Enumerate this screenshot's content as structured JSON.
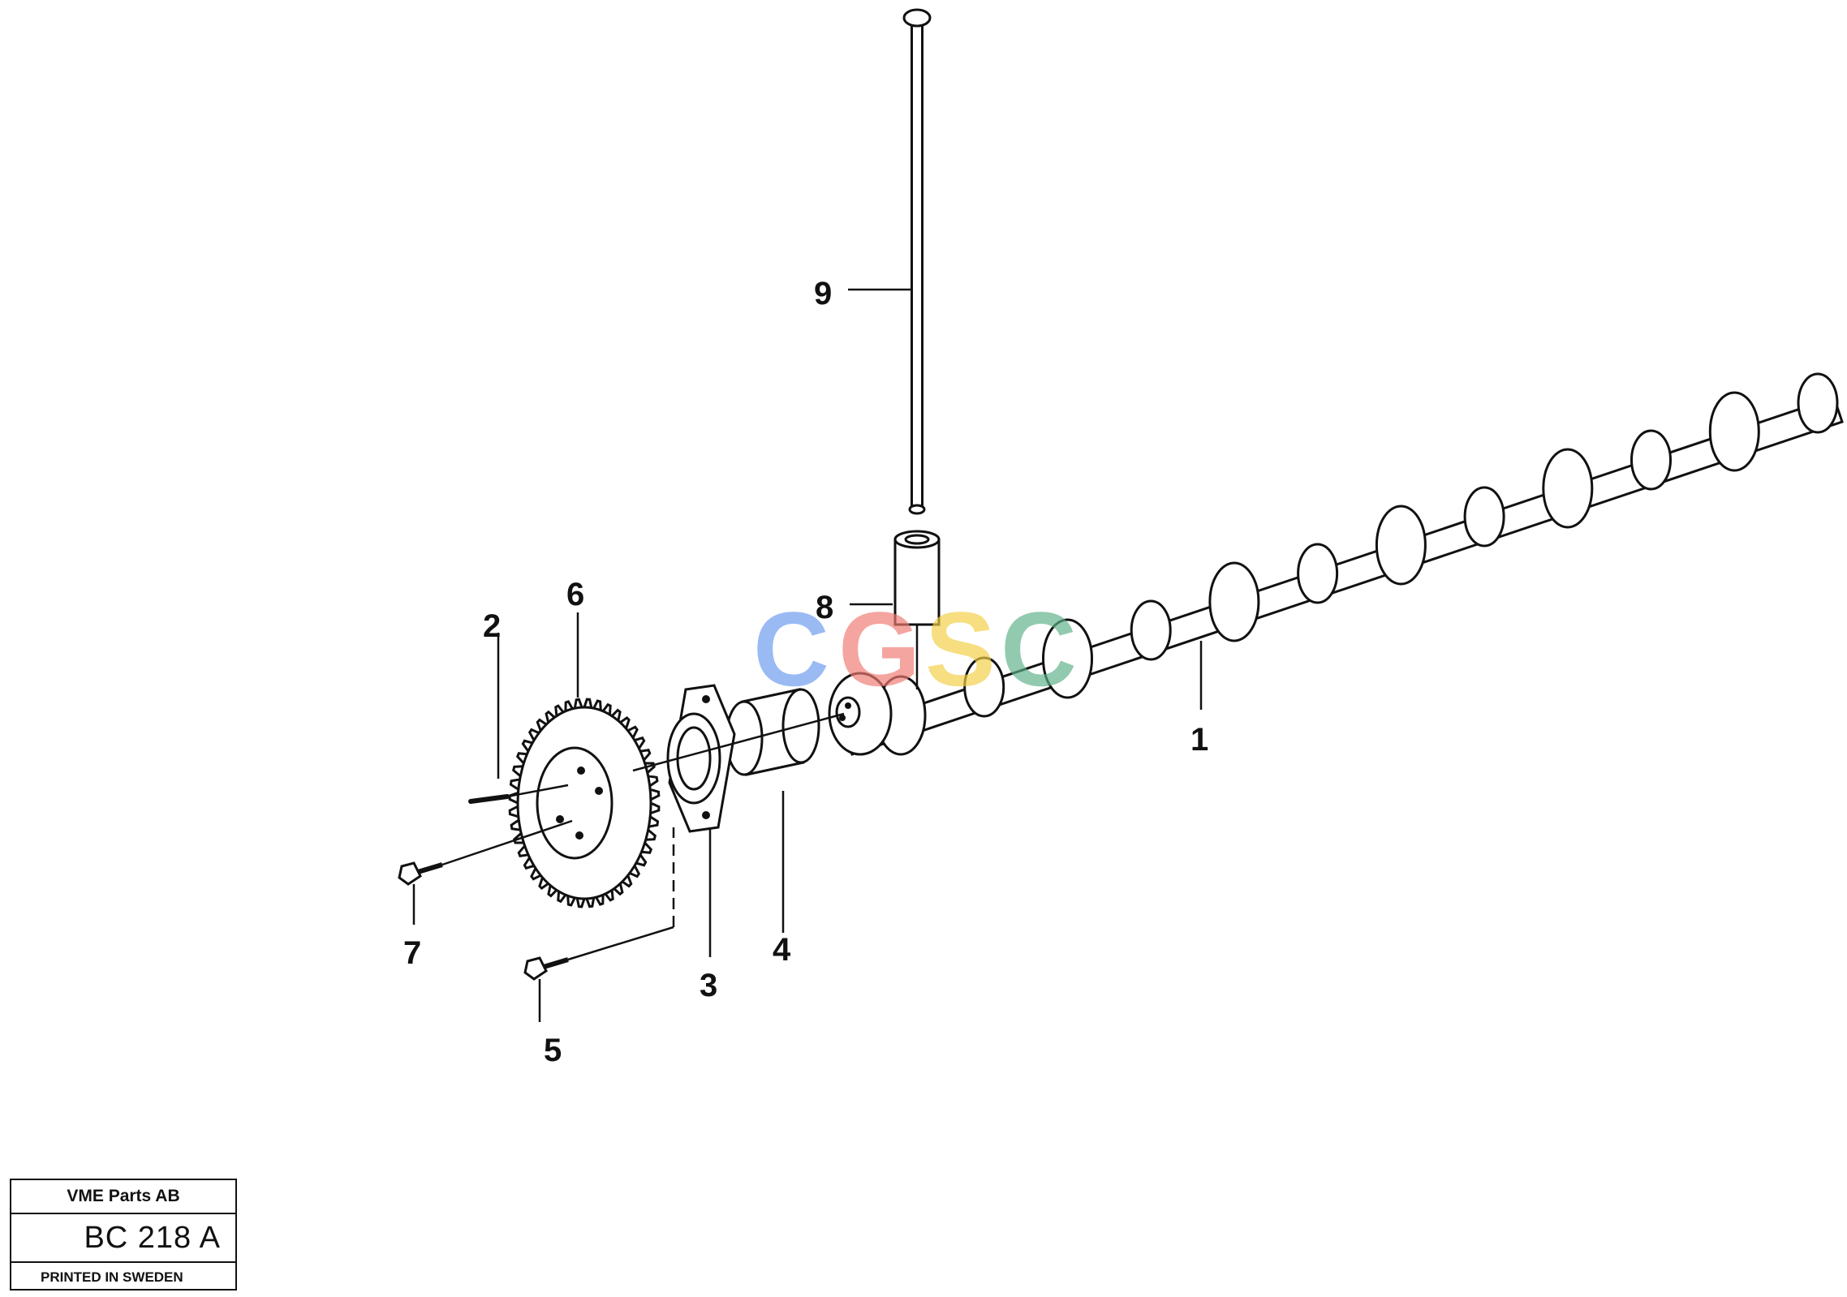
{
  "callouts": {
    "c1": "1",
    "c2": "2",
    "c3": "3",
    "c4": "4",
    "c5": "5",
    "c6": "6",
    "c7": "7",
    "c8": "8",
    "c9": "9"
  },
  "title_block": {
    "company": "VME Parts AB",
    "code": "BC 218 A",
    "printed": "PRINTED IN SWEDEN"
  },
  "watermark": {
    "text": "CGSC",
    "colors": [
      "#6b9bf0",
      "#f07a73",
      "#f2cf45",
      "#5fb28a"
    ]
  }
}
